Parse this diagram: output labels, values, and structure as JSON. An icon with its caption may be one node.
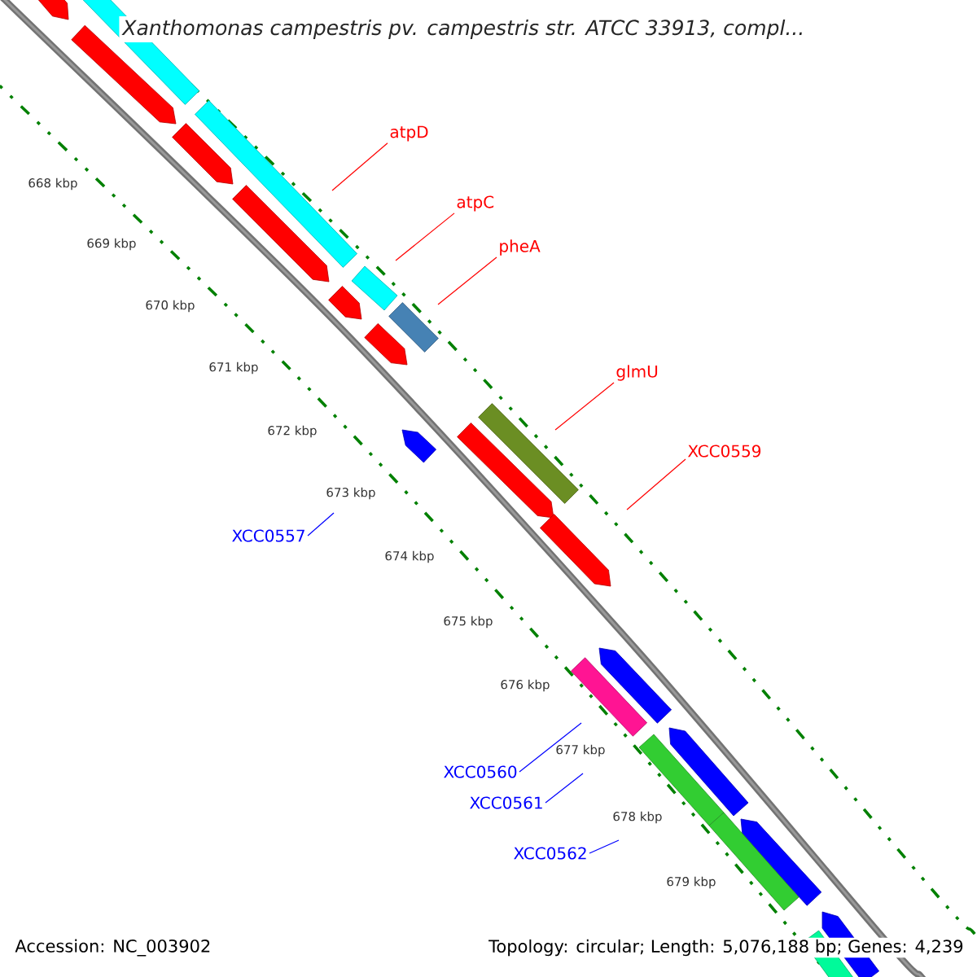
{
  "diagram": {
    "title": "Xanthomonas campestris pv. campestris str. ATCC 33913, compl...",
    "nodes": [
      {
        "text": [
          "atpD"
        ]
      },
      {
        "text": [
          "atpC"
        ]
      },
      {
        "text": [
          "pheA"
        ]
      },
      {
        "text": [
          "glmU"
        ]
      },
      {
        "text": [
          "XCC0559"
        ]
      },
      {
        "text": [
          "XCC0557"
        ]
      },
      {
        "text": [
          "XCC0560"
        ]
      },
      {
        "text": [
          "XCC0561"
        ]
      },
      {
        "text": [
          "XCC0562"
        ]
      }
    ],
    "edges": [
      {
        "from": 0,
        "to": null,
        "arrow": "none"
      },
      {
        "from": 1,
        "to": null,
        "arrow": "none"
      },
      {
        "from": 2,
        "to": null,
        "arrow": "none"
      },
      {
        "from": 3,
        "to": null,
        "arrow": "none"
      },
      {
        "from": 4,
        "to": null,
        "arrow": "none"
      },
      {
        "from": 5,
        "to": null,
        "arrow": "none",
        "color": "#0000ff"
      },
      {
        "from": 6,
        "to": null,
        "arrow": "none",
        "color": "#0000ff"
      },
      {
        "from": 7,
        "to": null,
        "arrow": "none",
        "color": "#0000ff"
      },
      {
        "from": 8,
        "to": null,
        "arrow": "none",
        "color": "#0000ff"
      }
    ],
    "labels": [
      "668 kbp",
      "669 kbp",
      "670 kbp",
      "671 kbp",
      "672 kbp",
      "673 kbp",
      "674 kbp",
      "675 kbp",
      "676 kbp",
      "677 kbp",
      "678 kbp",
      "679 kbp",
      "Accession: NC_003902",
      "Topology: circular; Length: 5,076,188 bp; Genes: 4,239"
    ]
  }
}
